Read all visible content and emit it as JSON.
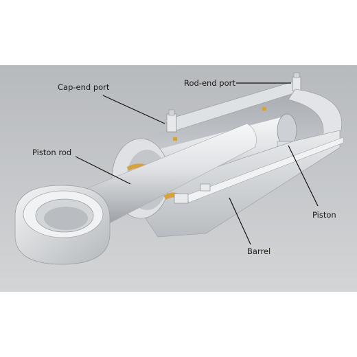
{
  "labels": {
    "cap_end_port": "Cap-end port",
    "rod_end_port": "Rod-end port",
    "piston_rod": "Piston rod",
    "piston": "Piston",
    "barrel": "Barrel"
  },
  "colors": {
    "backdrop_top": "#b9bcbf",
    "backdrop_bottom": "#cfd2d4",
    "metal_light": "#eef0f2",
    "metal_mid": "#c9ccd0",
    "metal_dark": "#8e9297",
    "seal": "#d7a13c",
    "leader": "#111111"
  }
}
